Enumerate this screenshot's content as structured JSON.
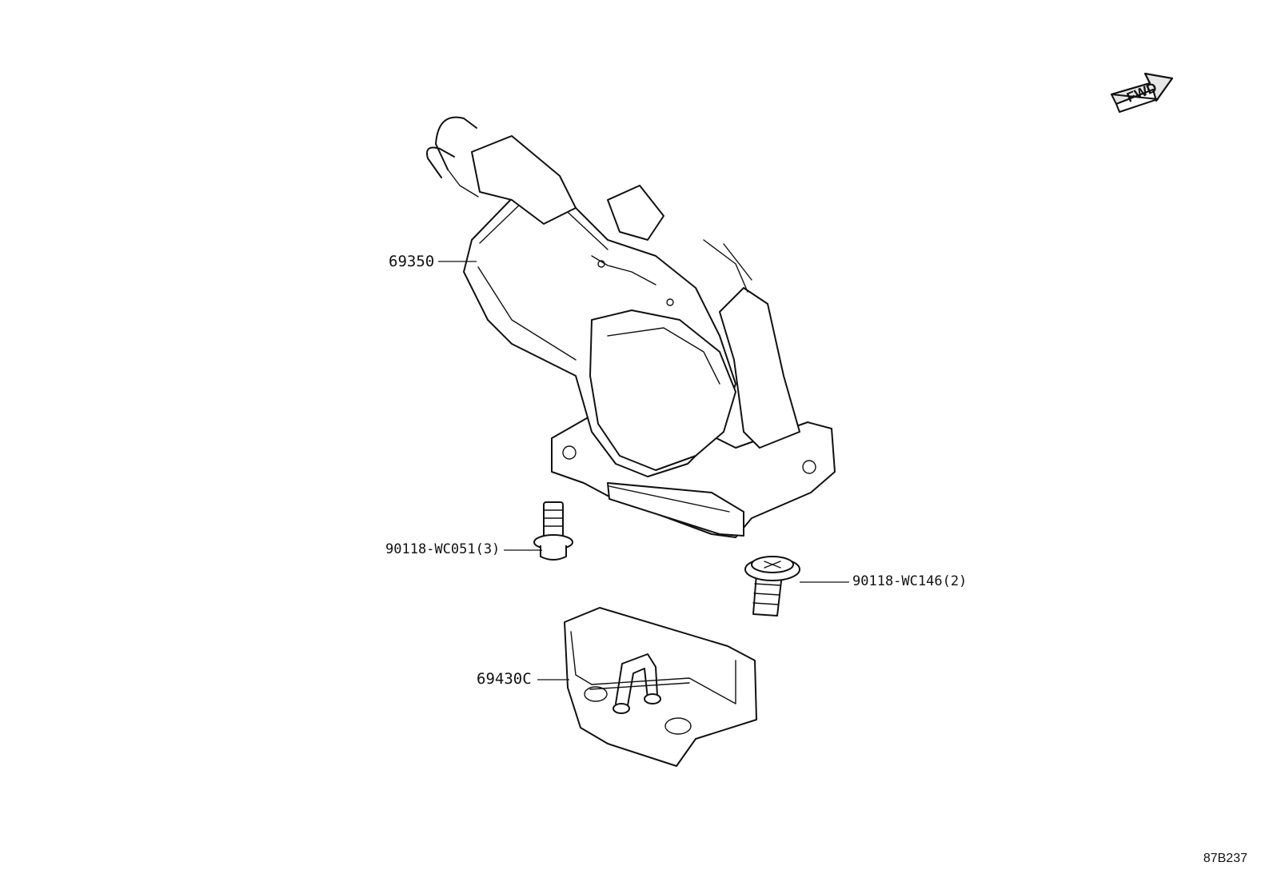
{
  "diagram": {
    "fwd_label": "FWD",
    "diagram_code": "87B237",
    "parts": [
      {
        "id": "actuator",
        "number": "69350"
      },
      {
        "id": "bolt",
        "number": "90118-WC051(3)"
      },
      {
        "id": "screw",
        "number": "90118-WC146(2)"
      },
      {
        "id": "striker",
        "number": "69430C"
      }
    ]
  }
}
